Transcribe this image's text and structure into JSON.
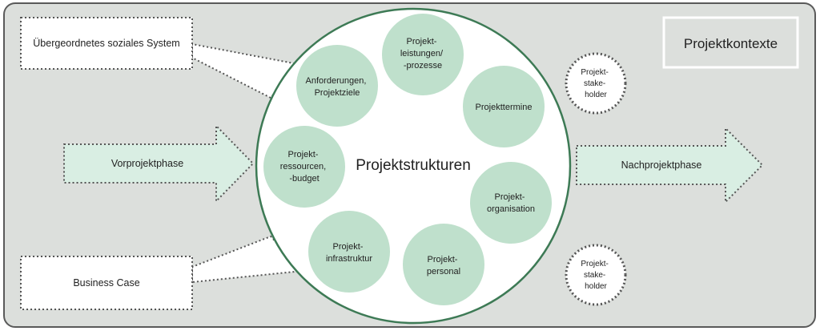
{
  "diagram": {
    "context_label": "Projektkontexte",
    "center_label": "Projektstrukturen",
    "phase_before": "Vorprojektphase",
    "phase_after": "Nachprojektphase",
    "system_top": "Übergeordnetes soziales System",
    "system_bottom": "Business Case",
    "elements": [
      {
        "lines": [
          "Projekt-",
          "leistungen/",
          "-prozesse"
        ]
      },
      {
        "lines": [
          "Projekttermine"
        ]
      },
      {
        "lines": [
          "Projekt-",
          "organisation"
        ]
      },
      {
        "lines": [
          "Projekt-",
          "personal"
        ]
      },
      {
        "lines": [
          "Projekt-",
          "infrastruktur"
        ]
      },
      {
        "lines": [
          "Projekt-",
          "ressourcen,",
          "-budget"
        ]
      },
      {
        "lines": [
          "Anforderungen,",
          "Projektziele"
        ]
      }
    ],
    "stakeholders": [
      {
        "lines": [
          "Projekt-",
          "stake-",
          "holder"
        ]
      },
      {
        "lines": [
          "Projekt-",
          "stake-",
          "holder"
        ]
      }
    ],
    "colors": {
      "frame_fill": "#dcdfdc",
      "frame_stroke": "#5a5a5a",
      "circle_stroke": "#3d7a55",
      "element_fill": "#bfe0cc",
      "arrow_fill": "#d9eee3"
    }
  }
}
